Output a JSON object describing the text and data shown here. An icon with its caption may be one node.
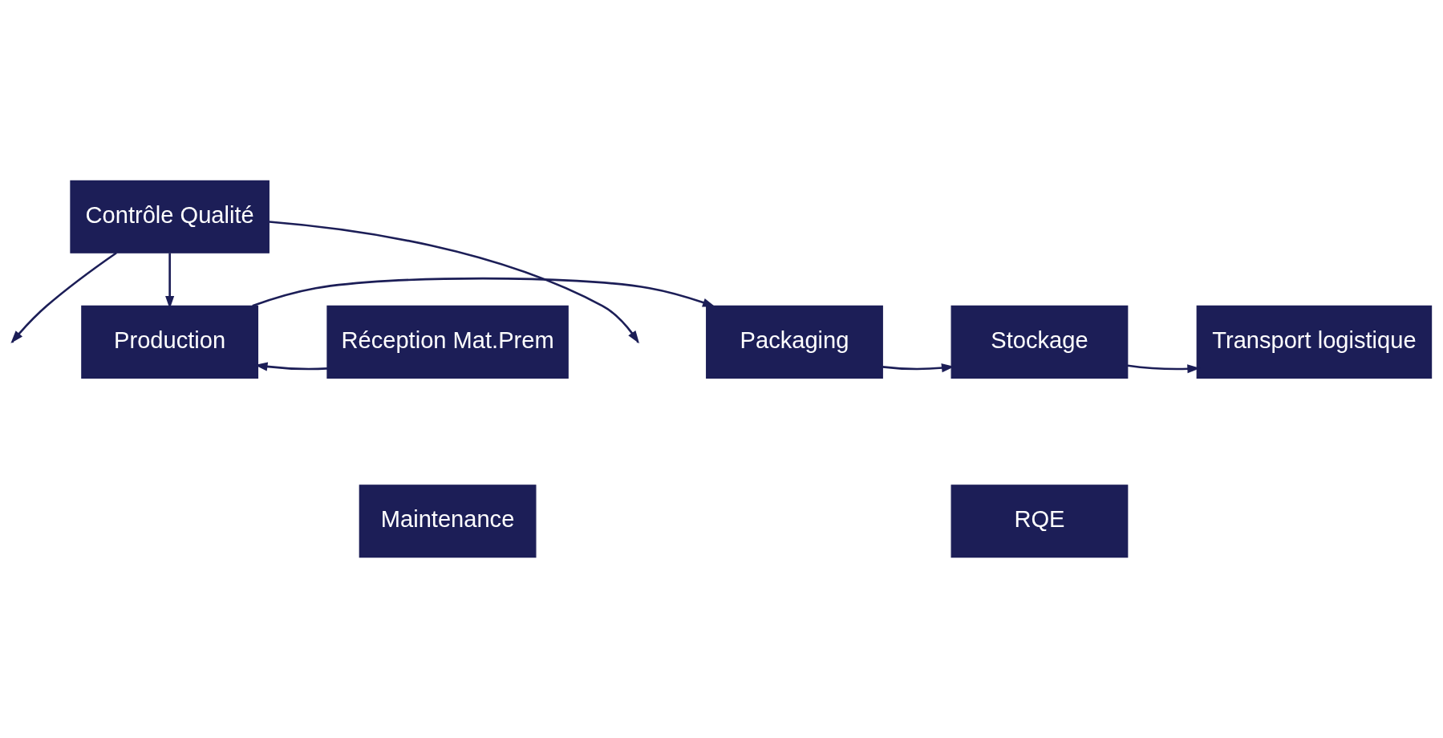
{
  "diagram": {
    "nodes": [
      {
        "text": [
          "Contrôle Qualité"
        ]
      },
      {
        "text": [
          "Réception Mat.Prem"
        ]
      },
      {
        "text": [
          "Production"
        ]
      },
      {
        "text": [
          "Packaging"
        ]
      },
      {
        "text": [
          "Stockage"
        ]
      },
      {
        "text": [
          "Transport logistique"
        ]
      },
      {
        "text": [
          "Maintenance"
        ]
      },
      {
        "text": [
          "RQE"
        ]
      }
    ],
    "edges": [
      {
        "from": 0,
        "to": null,
        "arrow": "to"
      },
      {
        "from": 0,
        "to": 2,
        "arrow": "to"
      },
      {
        "from": 0,
        "to": null,
        "arrow": "to"
      },
      {
        "from": 1,
        "to": 2,
        "arrow": "to"
      },
      {
        "from": 2,
        "to": 3,
        "arrow": "to"
      },
      {
        "from": 3,
        "to": 4,
        "arrow": "to"
      },
      {
        "from": 4,
        "to": 5,
        "arrow": "to"
      }
    ]
  }
}
